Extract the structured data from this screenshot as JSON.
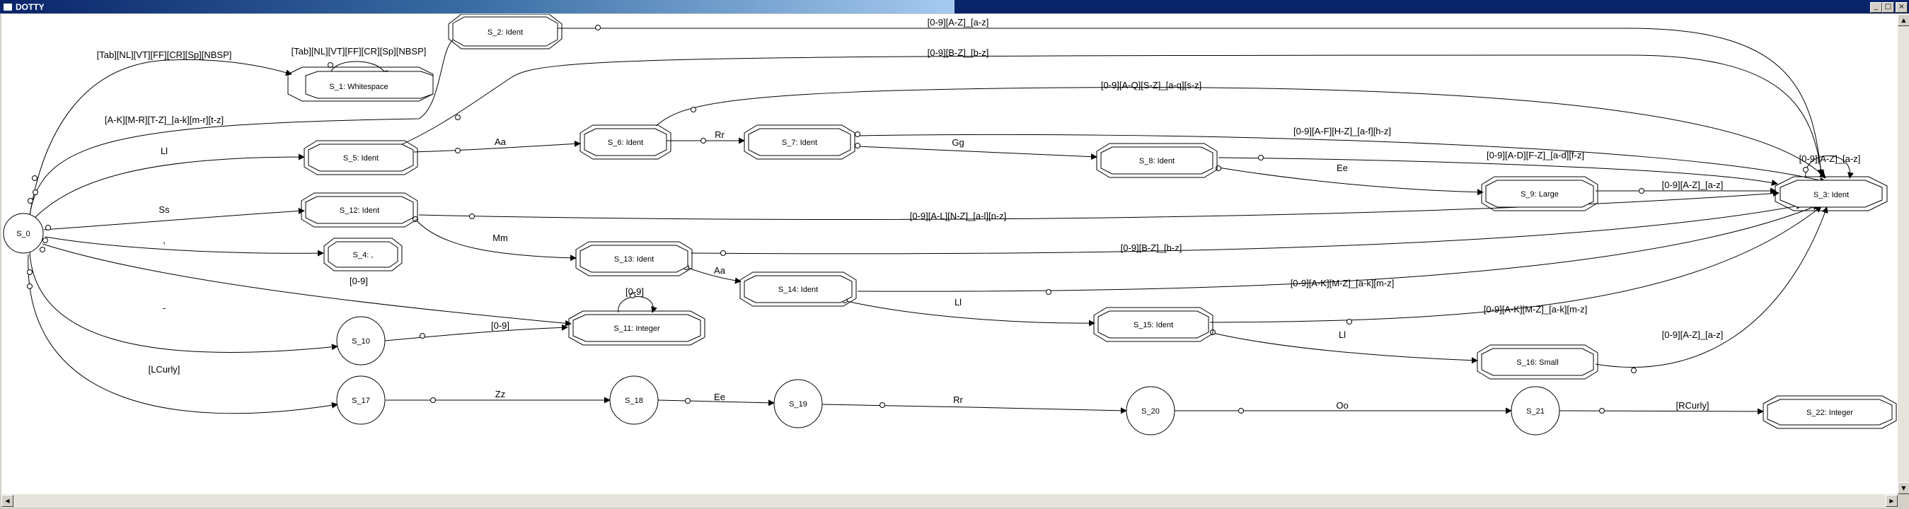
{
  "window": {
    "title": "DOTTY",
    "minimize": "_",
    "maximize": "□",
    "close": "×"
  },
  "scrollbars": {
    "up": "▲",
    "down": "▼",
    "left": "◀",
    "right": "▶"
  },
  "nodes": {
    "s0": "S_0",
    "s1": "S_1: Whitespace",
    "s2": "S_2: Ident",
    "s3": "S_3: Ident",
    "s4": "S_4: ,",
    "s5": "S_5: Ident",
    "s6": "S_6: Ident",
    "s7": "S_7: Ident",
    "s8": "S_8: Ident",
    "s9": "S_9: Large",
    "s10": "S_10",
    "s11": "S_11: Integer",
    "s12": "S_12: Ident",
    "s13": "S_13: Ident",
    "s14": "S_14: Ident",
    "s15": "S_15: Ident",
    "s16": "S_16: Small",
    "s17": "S_17",
    "s18": "S_18",
    "s19": "S_19",
    "s20": "S_20",
    "s21": "S_21",
    "s22": "S_22: Integer"
  },
  "edges": {
    "s0_s1": "[Tab][NL][VT][FF][CR][Sp][NBSP]",
    "s1_s1": "[Tab][NL][VT][FF][CR][Sp][NBSP]",
    "s0_s2": "[A-K][M-R][T-Z]_[a-k][m-r][t-z]",
    "s2_s3": "[0-9][A-Z]_[a-z]",
    "s5_s3": "[0-9][B-Z]_[b-z]",
    "s6_s3": "[0-9][A-Q][S-Z]_[a-q][s-z]",
    "s7_s3": "[0-9][A-F][H-Z]_[a-f][h-z]",
    "s8_s3": "[0-9][A-D][F-Z]_[a-d][f-z]",
    "s9_s3": "[0-9][A-Z]_[a-z]",
    "s3_s3": "[0-9][A-Z]_[a-z]",
    "s12_s3": "[0-9][A-L][N-Z]_[a-l][n-z]",
    "s13_s3": "[0-9][B-Z]_[b-z]",
    "s14_s3": "[0-9][A-K][M-Z]_[a-k][m-z]",
    "s15_s3": "[0-9][A-K][M-Z]_[a-k][m-z]",
    "s16_s3": "[0-9][A-Z]_[a-z]",
    "s0_s5": "Ll",
    "s5_s6": "Aa",
    "s6_s7": "Rr",
    "s7_s8": "Gg",
    "s8_s9": "Ee",
    "s0_s12": "Ss",
    "s12_s13": "Mm",
    "s13_s14": "Aa",
    "s14_s15": "Ll",
    "s15_s16": "Ll",
    "s0_s4": ",",
    "s0_s11": "[0-9]",
    "s11_s11": "[0-9]",
    "s0_s10": "-",
    "s10_s11": "[0-9]",
    "s0_s17": "[LCurly]",
    "s17_s18": "Zz",
    "s18_s19": "Ee",
    "s19_s20": "Rr",
    "s20_s21": "Oo",
    "s21_s22": "[RCurly]"
  }
}
